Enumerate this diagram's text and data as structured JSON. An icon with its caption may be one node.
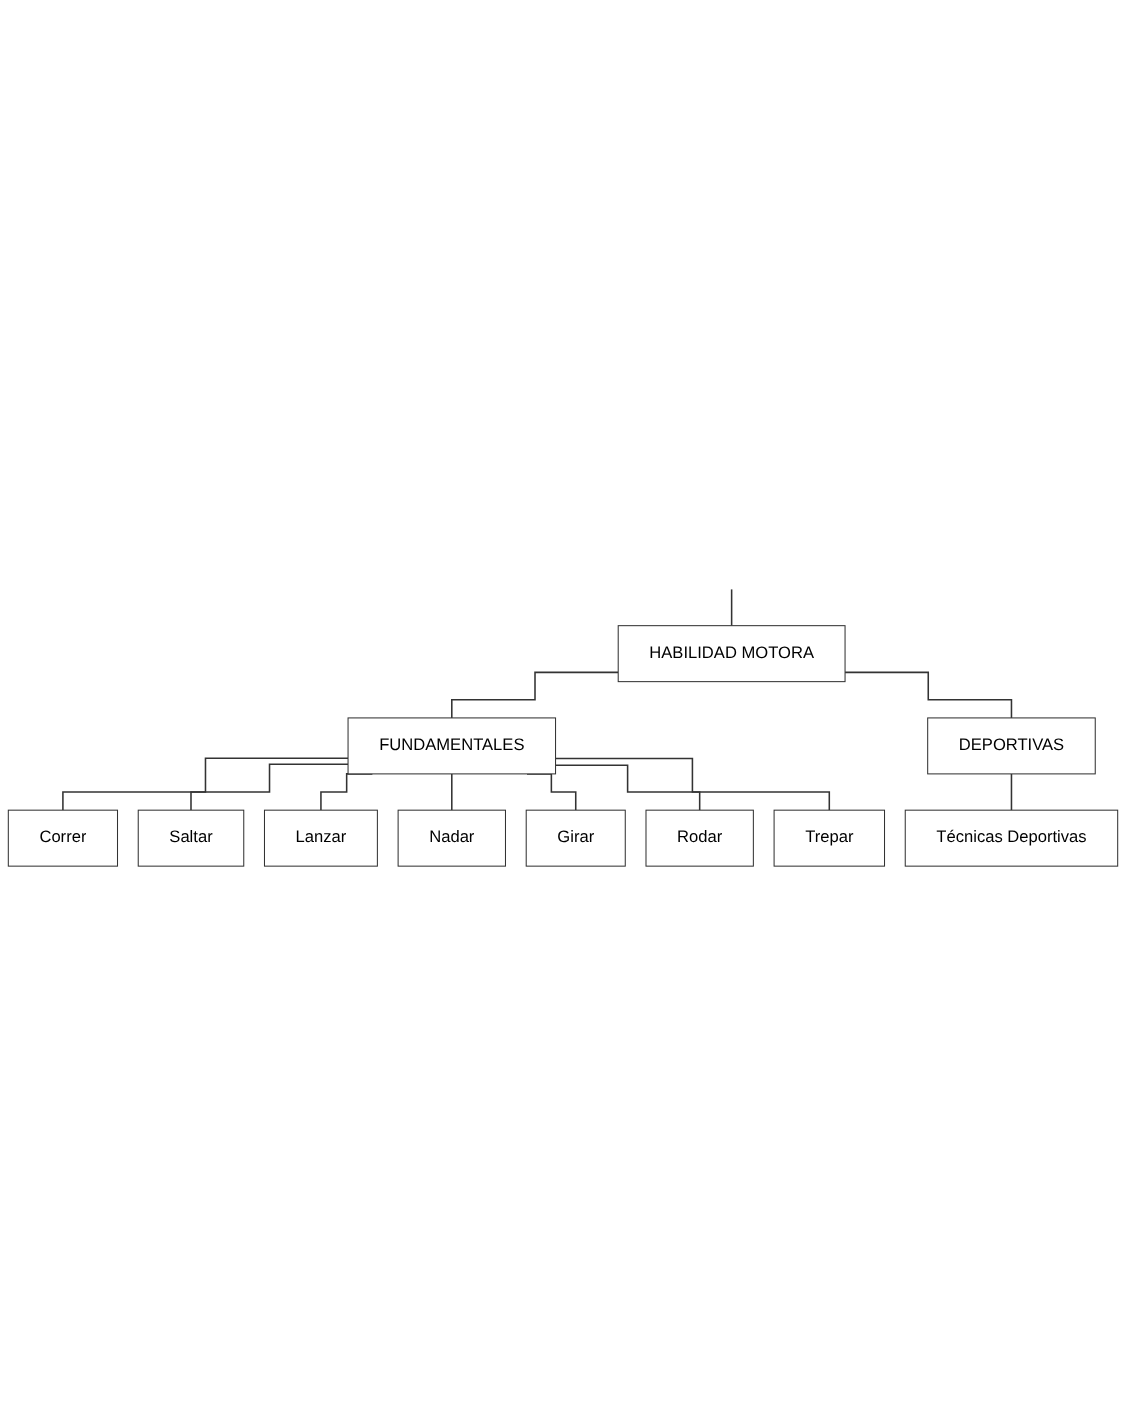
{
  "diagram": {
    "nodes": [
      {
        "text": [
          "HABILIDAD MOTORA"
        ]
      },
      {
        "text": [
          "FUNDAMENTALES"
        ]
      },
      {
        "text": [
          "DEPORTIVAS"
        ]
      },
      {
        "text": [
          "Correr"
        ]
      },
      {
        "text": [
          "Saltar"
        ]
      },
      {
        "text": [
          "Lanzar"
        ]
      },
      {
        "text": [
          "Nadar"
        ]
      },
      {
        "text": [
          "Girar"
        ]
      },
      {
        "text": [
          "Rodar"
        ]
      },
      {
        "text": [
          "Trepar"
        ]
      },
      {
        "text": [
          "Técnicas Deportivas"
        ]
      }
    ],
    "edges": [
      {
        "from": null,
        "to": 0,
        "arrow": "none"
      },
      {
        "from": 0,
        "to": 1,
        "arrow": "none"
      },
      {
        "from": 0,
        "to": 2,
        "arrow": "none"
      },
      {
        "from": 1,
        "to": 3,
        "arrow": "none"
      },
      {
        "from": 1,
        "to": 4,
        "arrow": "none"
      },
      {
        "from": 1,
        "to": 5,
        "arrow": "none"
      },
      {
        "from": 1,
        "to": 6,
        "arrow": "none"
      },
      {
        "from": 1,
        "to": 7,
        "arrow": "none"
      },
      {
        "from": 1,
        "to": 8,
        "arrow": "none"
      },
      {
        "from": 1,
        "to": 9,
        "arrow": "none"
      },
      {
        "from": 2,
        "to": 10,
        "arrow": "none"
      }
    ]
  }
}
